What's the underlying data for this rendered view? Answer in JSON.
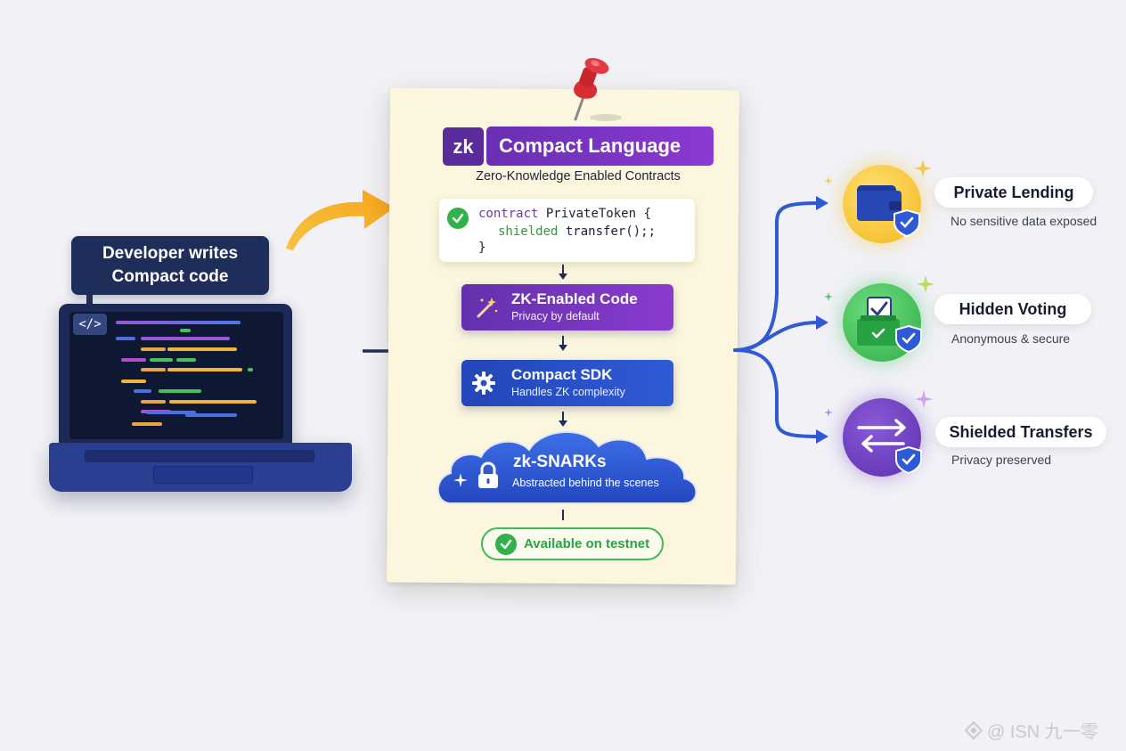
{
  "developer": {
    "label_line1": "Developer writes",
    "label_line2": "Compact code",
    "code_badge": "</>"
  },
  "paper": {
    "zk_badge": "zk",
    "title": "Compact Language",
    "subtitle": "Zero-Knowledge Enabled Contracts",
    "code": {
      "line1_keyword": "contract",
      "line1_rest": " PrivateToken {",
      "line2_keyword": "shielded",
      "line2_rest": " transfer();;",
      "line3": "}"
    },
    "steps": [
      {
        "title": "ZK-Enabled Code",
        "subtitle": "Privacy by default",
        "icon": "magic-wand-icon"
      },
      {
        "title": "Compact SDK",
        "subtitle": "Handles ZK complexity",
        "icon": "gear-icon"
      }
    ],
    "cloud": {
      "title": "zk-SNARKs",
      "subtitle": "Abstracted behind the scenes",
      "icon": "lock-icon"
    },
    "status": "Available on testnet"
  },
  "features": [
    {
      "title": "Private Lending",
      "subtitle": "No sensitive data exposed",
      "icon": "wallet-shield-icon",
      "color": "#f7c531"
    },
    {
      "title": "Hidden Voting",
      "subtitle": "Anonymous & secure",
      "icon": "ballot-box-icon",
      "color": "#3fc15c"
    },
    {
      "title": "Shielded Transfers",
      "subtitle": "Privacy preserved",
      "icon": "transfer-arrows-icon",
      "color": "#6a3cc0"
    }
  ],
  "colors": {
    "accent_blue": "#2f5ad6",
    "accent_purple": "#6a2fb4",
    "success_green": "#30b14b",
    "navy": "#1f2d5a"
  },
  "watermark": "@ ISN 九一零"
}
